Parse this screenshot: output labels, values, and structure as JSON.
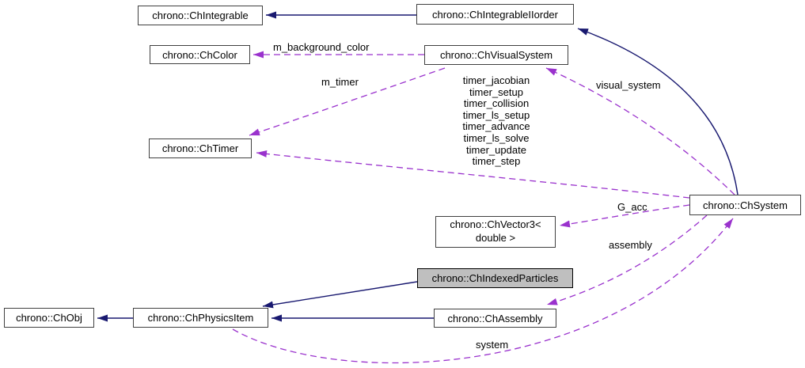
{
  "diagram": {
    "kind": "collaboration-graph",
    "highlighted_node": "chrono::ChIndexedParticles",
    "nodes": {
      "integrable": "chrono::ChIntegrable",
      "integrable_iiorder": "chrono::ChIntegrableIIorder",
      "color": "chrono::ChColor",
      "visual_system": "chrono::ChVisualSystem",
      "timer": "chrono::ChTimer",
      "system": "chrono::ChSystem",
      "vector3": "chrono::ChVector3< double >",
      "indexed_particles": "chrono::ChIndexedParticles",
      "obj": "chrono::ChObj",
      "physics_item": "chrono::ChPhysicsItem",
      "assembly": "chrono::ChAssembly"
    },
    "edge_labels": {
      "m_background_color": "m_background_color",
      "m_timer": "m_timer",
      "timers": "timer_jacobian\ntimer_setup\ntimer_collision\ntimer_ls_setup\ntimer_advance\ntimer_ls_solve\ntimer_update\ntimer_step",
      "visual_system": "visual_system",
      "g_acc": "G_acc",
      "assembly": "assembly",
      "system": "system"
    },
    "colors": {
      "inheritance_edge": "#191970",
      "usage_edge": "#9a32cd",
      "node_border": "#404040",
      "highlight_fill": "#bfbfbf",
      "background": "#ffffff"
    }
  }
}
